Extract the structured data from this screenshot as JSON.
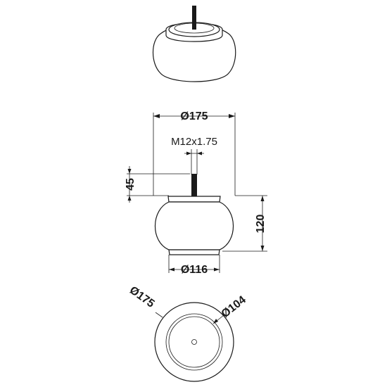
{
  "dimensions": {
    "overall_diameter": "Ø175",
    "thread": "M12x1.75",
    "thread_length": "45",
    "height": "120",
    "base_diameter": "Ø116",
    "plan_overall_diameter": "Ø175",
    "plan_inner_diameter": "Ø104"
  },
  "colors": {
    "line": "#1a1a1a",
    "background": "#ffffff"
  }
}
